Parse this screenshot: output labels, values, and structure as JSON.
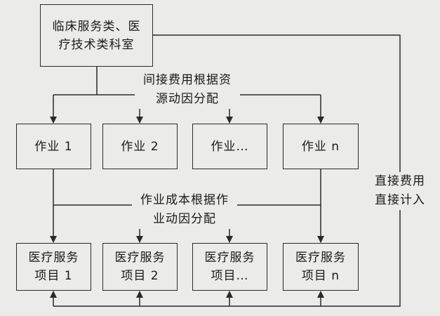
{
  "source": {
    "text": "临床服务类、医\n疗技术类科室"
  },
  "labels": {
    "resource_driver": "间接费用根据资\n源动因分配",
    "activity_driver": "作业成本根据作\n业动因分配",
    "direct_cost": "直接费用\n直接计入"
  },
  "activities": [
    {
      "text": "作业 1"
    },
    {
      "text": "作业 2"
    },
    {
      "text": "作业…"
    },
    {
      "text": "作业 n"
    }
  ],
  "services": [
    {
      "text": "医疗服务\n项目 1"
    },
    {
      "text": "医疗服务\n项目 2"
    },
    {
      "text": "医疗服务\n项目…"
    },
    {
      "text": "医疗服务\n项目 n"
    }
  ]
}
